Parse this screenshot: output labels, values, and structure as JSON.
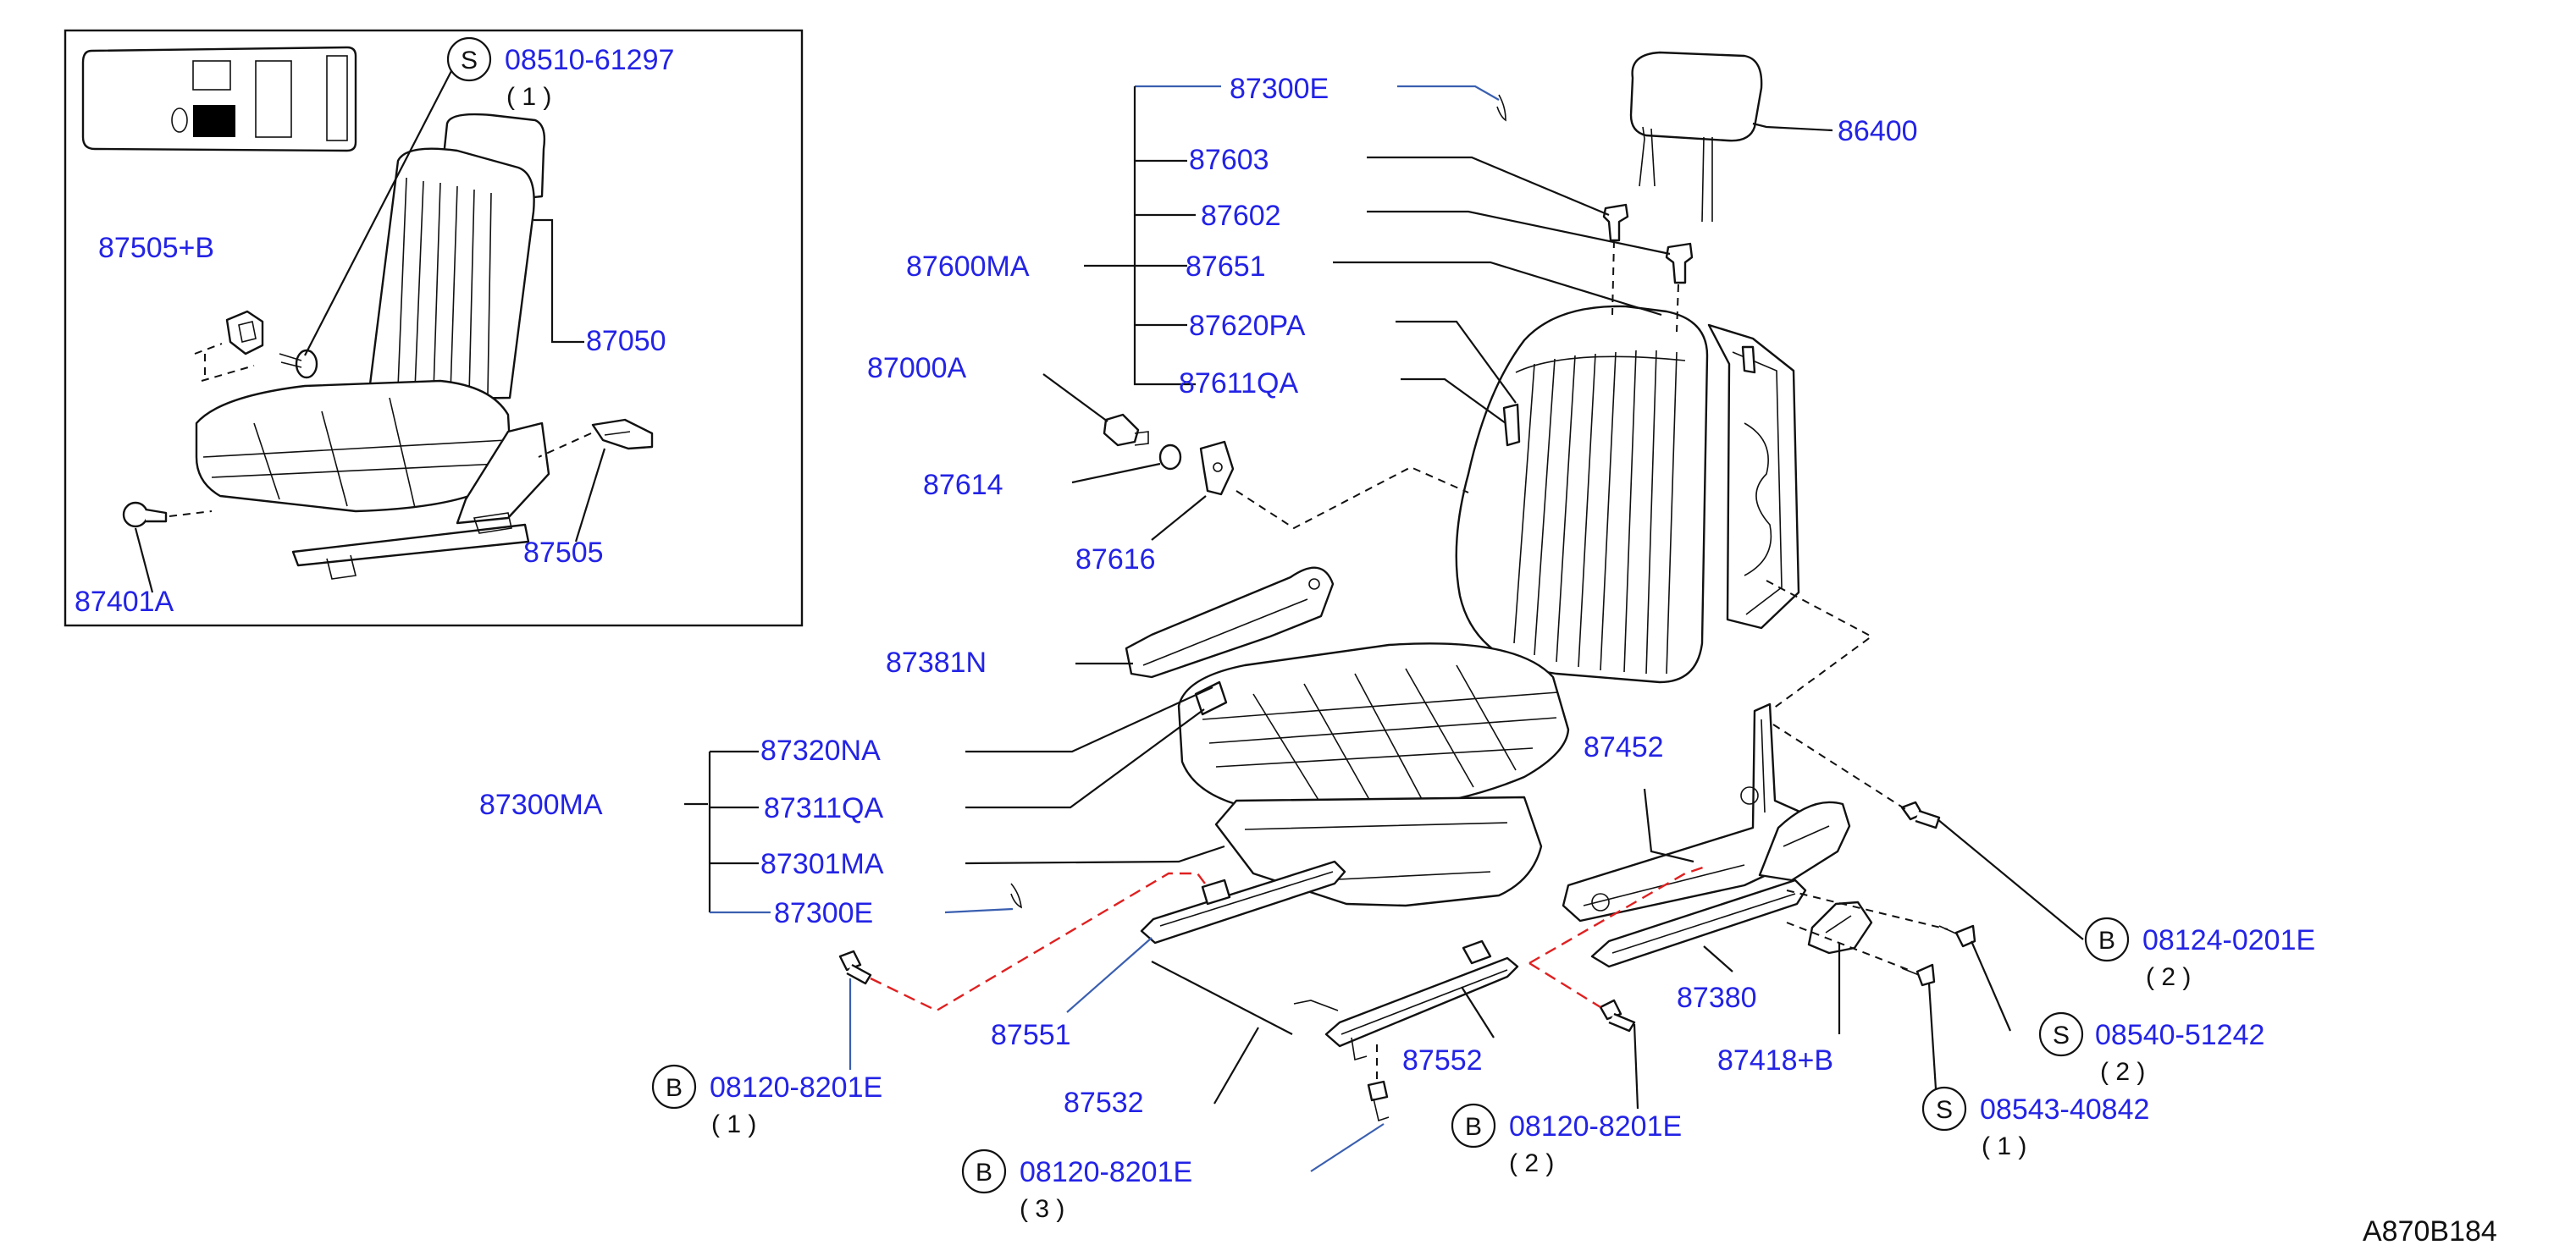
{
  "drawing_code": "A870B184",
  "callouts": {
    "p87300E_top": "87300E",
    "p87603": "87603",
    "p87602": "87602",
    "p87600MA": "87600MA",
    "p87651": "87651",
    "p87620PA": "87620PA",
    "p87611QA": "87611QA",
    "p86400": "86400",
    "p87000A": "87000A",
    "p87614": "87614",
    "p87616": "87616",
    "p87381N": "87381N",
    "p87320NA": "87320NA",
    "p87300MA": "87300MA",
    "p87311QA": "87311QA",
    "p87301MA": "87301MA",
    "p87300E_bottom": "87300E",
    "p87452": "87452",
    "p87551": "87551",
    "p87532": "87532",
    "p87552": "87552",
    "p87380": "87380",
    "p87418B": "87418+B",
    "p87505B": "87505+B",
    "p87050": "87050",
    "p87505": "87505",
    "p87401A": "87401A"
  },
  "fasteners": [
    {
      "type": "S",
      "part": "08510-61297",
      "qty": "( 1 )"
    },
    {
      "type": "B",
      "part": "08124-0201E",
      "qty": "( 2 )"
    },
    {
      "type": "S",
      "part": "08540-51242",
      "qty": "( 2 )"
    },
    {
      "type": "S",
      "part": "08543-40842",
      "qty": "( 1 )"
    },
    {
      "type": "B",
      "part": "08120-8201E",
      "qty": "( 1 )"
    },
    {
      "type": "B",
      "part": "08120-8201E",
      "qty": "( 2 )"
    },
    {
      "type": "B",
      "part": "08120-8201E",
      "qty": "( 3 )"
    }
  ],
  "colors": {
    "label": "#2323e6",
    "leader_blue": "#3a5fb0",
    "red_dash": "#e02020",
    "line": "#111111"
  }
}
